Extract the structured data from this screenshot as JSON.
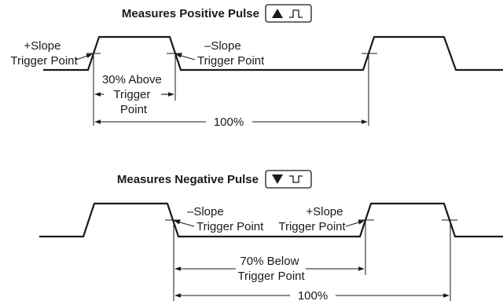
{
  "positive": {
    "title": "Measures Positive Pulse",
    "icon": "positive-pulse-icon",
    "plus_slope": [
      "+Slope",
      "Trigger Point"
    ],
    "minus_slope": [
      "–Slope",
      "Trigger Point"
    ],
    "width_label": [
      "30% Above",
      "Trigger",
      "Point"
    ],
    "period_label": "100%"
  },
  "negative": {
    "title": "Measures Negative Pulse",
    "icon": "negative-pulse-icon",
    "minus_slope": [
      "–Slope",
      "Trigger Point"
    ],
    "plus_slope": [
      "+Slope",
      "Trigger Point"
    ],
    "width_label": [
      "70% Below",
      "Trigger Point"
    ],
    "period_label": "100%"
  }
}
